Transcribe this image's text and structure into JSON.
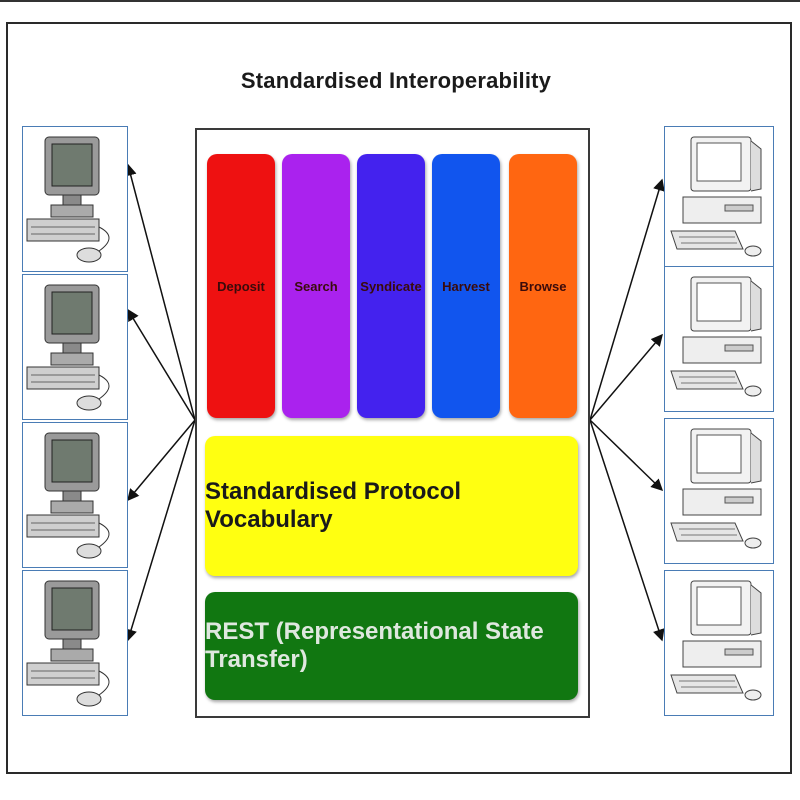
{
  "title": "Standardised Interoperability",
  "operations": [
    {
      "label": "Deposit",
      "color": "#ee1111"
    },
    {
      "label": "Search",
      "color": "#aa22ee"
    },
    {
      "label": "Syndicate",
      "color": "#4422ee"
    },
    {
      "label": "Harvest",
      "color": "#1155ee"
    },
    {
      "label": "Browse",
      "color": "#ff6611"
    }
  ],
  "vocabulary": {
    "label": "Standardised Protocol Vocabulary",
    "color": "#ffff11"
  },
  "rest": {
    "label": "REST (Representational State Transfer)",
    "color": "#117711"
  },
  "left_clients": [
    {
      "icon": "computer-icon"
    },
    {
      "icon": "computer-icon"
    },
    {
      "icon": "computer-icon"
    },
    {
      "icon": "computer-icon"
    }
  ],
  "right_clients": [
    {
      "icon": "desktop-computer-icon"
    },
    {
      "icon": "desktop-computer-icon"
    },
    {
      "icon": "desktop-computer-icon"
    },
    {
      "icon": "desktop-computer-icon"
    }
  ]
}
